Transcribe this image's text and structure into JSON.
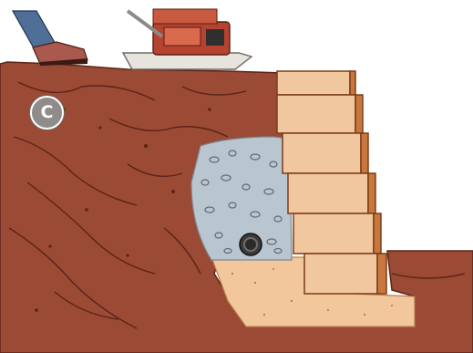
{
  "figure": {
    "step_label": "C"
  },
  "palette": {
    "soil": "#9a4a35",
    "soil_dark": "#6f2e20",
    "backfill_sand": "#f2c79b",
    "gravel": "#b9c6cf",
    "block_face": "#f1c79f",
    "block_side": "#c9773d",
    "compactor_body": "#b5432f",
    "compactor_plate": "#e7e4dd",
    "drain_pipe": "#3b3b3b",
    "badge": "#8f8c89"
  },
  "wall": {
    "block_courses": 6
  },
  "icons": {
    "badge": "step-badge",
    "compactor": "plate-compactor-icon",
    "boot": "work-boot-icon",
    "pipe": "drain-pipe-icon"
  }
}
